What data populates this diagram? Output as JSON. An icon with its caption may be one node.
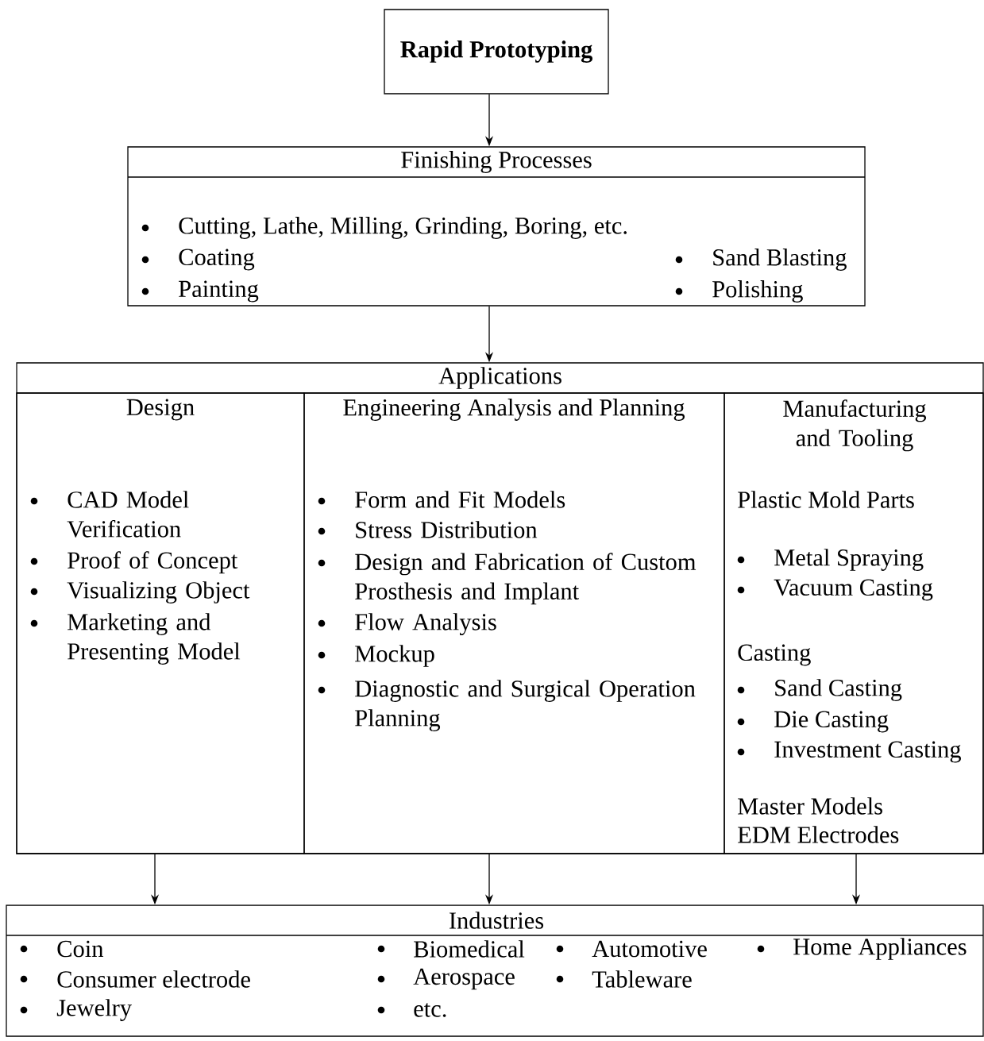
{
  "diagram": {
    "nodes": [
      {
        "text": [
          "Rapid Prototyping"
        ]
      },
      {
        "text": [
          "Finishing Processes",
          "Cutting, Lathe, Milling, Grinding, Boring, etc.",
          "Coating",
          "Sand Blasting",
          "Painting",
          "Polishing"
        ]
      },
      {
        "text": [
          "Applications"
        ]
      },
      {
        "text": [
          "Design",
          "CAD Model Verification",
          "Proof of Concept",
          "Visualizing Object",
          "Marketing and Presenting Model"
        ],
        "in": 2
      },
      {
        "text": [
          "Engineering Analysis and Planning",
          "Form and Fit Models",
          "Stress Distribution",
          "Design and Fabrication of Custom Prosthesis and Implant",
          "Flow Analysis",
          "Mockup",
          "Diagnostic and Surgical Operation Planning"
        ],
        "in": 2
      },
      {
        "text": [
          "Manufacturing and Tooling",
          "Plastic Mold Parts",
          "Metal Spraying",
          "Vacuum Casting",
          "Casting",
          "Sand Casting",
          "Die Casting",
          "Investment Casting",
          "Master Models",
          "EDM Electrodes"
        ],
        "in": 2
      },
      {
        "text": [
          "Industries",
          "Coin",
          "Biomedical",
          "Automotive",
          "Home Appliances",
          "Consumer electrode",
          "Aerospace",
          "Tableware",
          "Jewelry",
          "etc."
        ]
      }
    ],
    "edges": [
      {
        "from": 0,
        "to": 1,
        "arrow": "to"
      },
      {
        "from": 1,
        "to": 2,
        "arrow": "to"
      },
      {
        "from": 3,
        "to": 6,
        "arrow": "to"
      },
      {
        "from": 4,
        "to": 6,
        "arrow": "to"
      },
      {
        "from": 5,
        "to": 6,
        "arrow": "to"
      }
    ]
  }
}
